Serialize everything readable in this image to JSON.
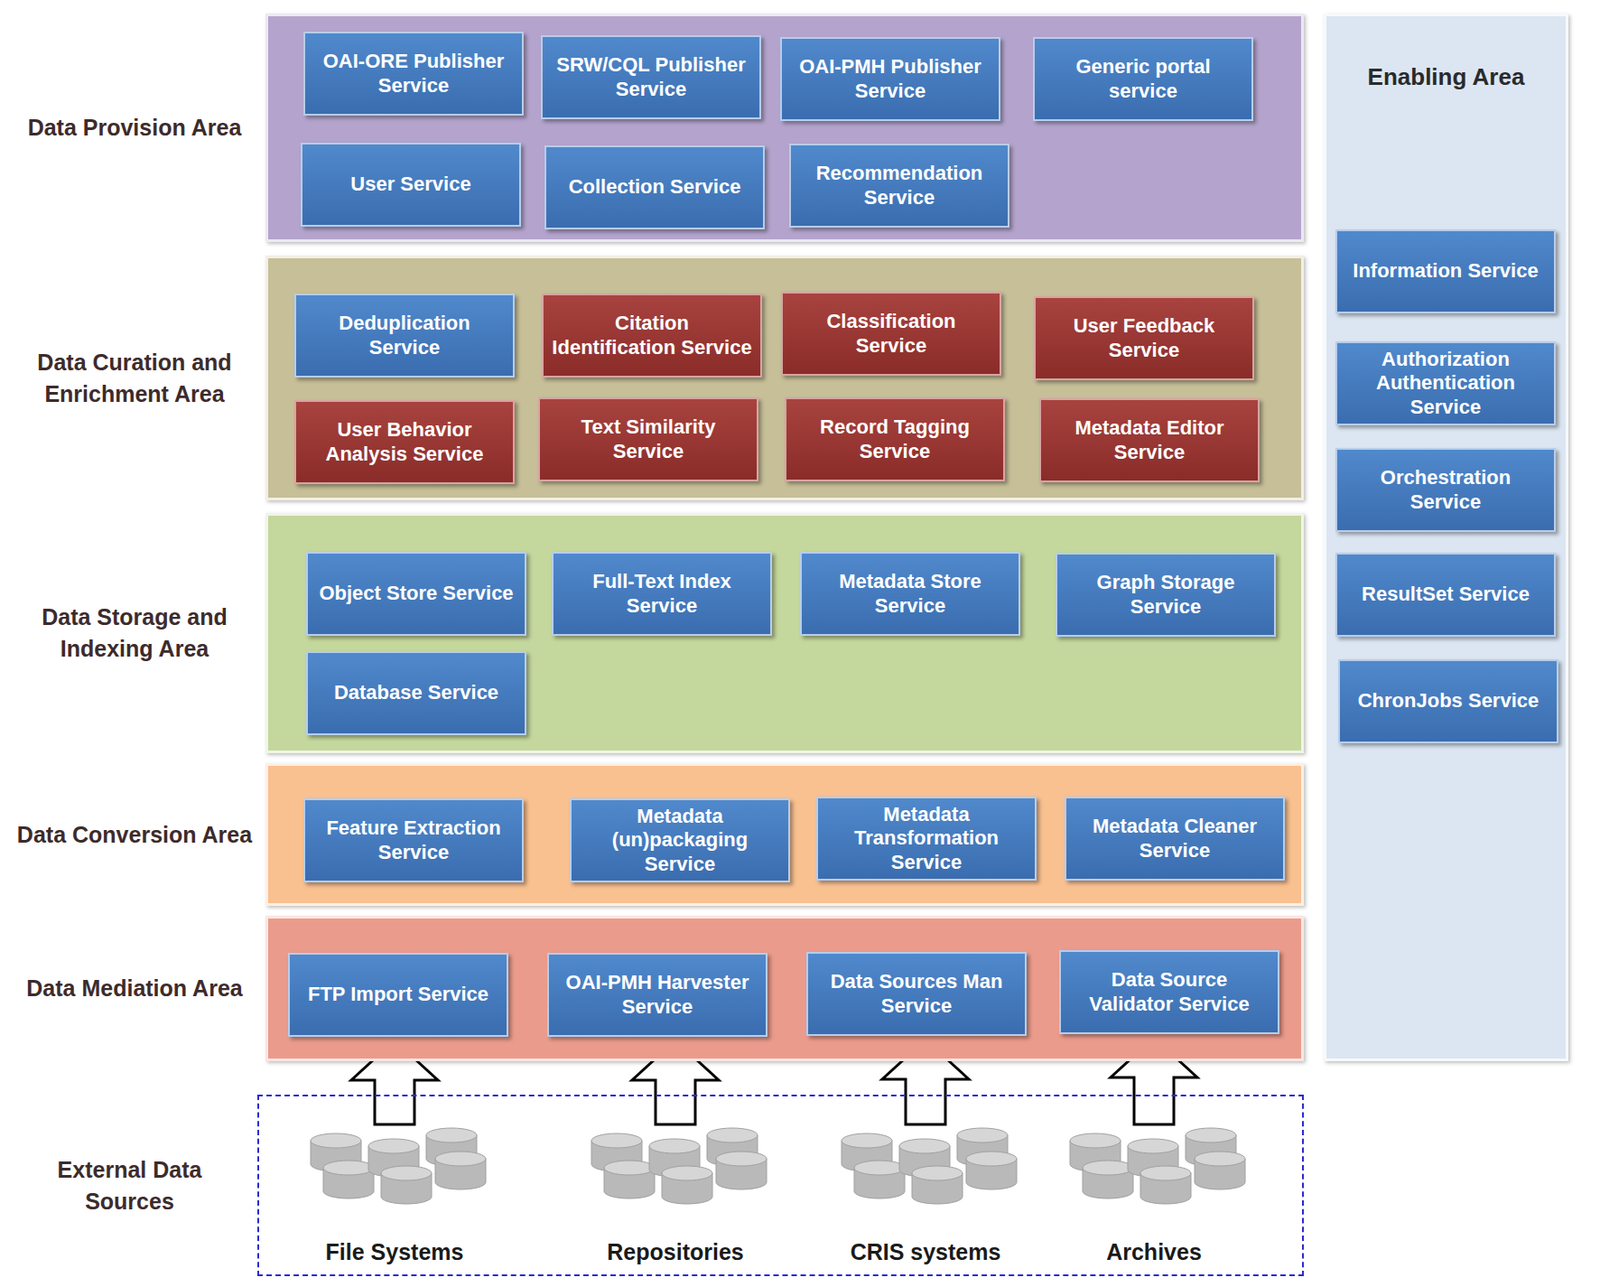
{
  "diagram": {
    "nodes": [
      {
        "text": [
          "Data Provision Area"
        ]
      },
      {
        "text": [
          "OAI-ORE Publisher Service"
        ],
        "in": 0
      },
      {
        "text": [
          "SRW/CQL Publisher Service"
        ],
        "in": 0
      },
      {
        "text": [
          "OAI-PMH Publisher Service"
        ],
        "in": 0
      },
      {
        "text": [
          "Generic portal service"
        ],
        "in": 0
      },
      {
        "text": [
          "User Service"
        ],
        "in": 0
      },
      {
        "text": [
          "Collection Service"
        ],
        "in": 0
      },
      {
        "text": [
          "Recommendation Service"
        ],
        "in": 0
      },
      {
        "text": [
          "Data Curation and Enrichment Area"
        ]
      },
      {
        "text": [
          "Deduplication Service"
        ],
        "in": 8
      },
      {
        "text": [
          "Citation Identification Service"
        ],
        "in": 8
      },
      {
        "text": [
          "Classification Service"
        ],
        "in": 8
      },
      {
        "text": [
          "User Feedback Service"
        ],
        "in": 8
      },
      {
        "text": [
          "User Behavior Analysis Service"
        ],
        "in": 8
      },
      {
        "text": [
          "Text Similarity Service"
        ],
        "in": 8
      },
      {
        "text": [
          "Record Tagging Service"
        ],
        "in": 8
      },
      {
        "text": [
          "Metadata Editor Service"
        ],
        "in": 8
      },
      {
        "text": [
          "Data Storage and Indexing Area"
        ]
      },
      {
        "text": [
          "Object Store Service"
        ],
        "in": 17
      },
      {
        "text": [
          "Full-Text Index Service"
        ],
        "in": 17
      },
      {
        "text": [
          "Metadata Store Service"
        ],
        "in": 17
      },
      {
        "text": [
          "Graph Storage Service"
        ],
        "in": 17
      },
      {
        "text": [
          "Database Service"
        ],
        "in": 17
      },
      {
        "text": [
          "Data Conversion Area"
        ]
      },
      {
        "text": [
          "Feature Extraction Service"
        ],
        "in": 23
      },
      {
        "text": [
          "Metadata (un)packaging Service"
        ],
        "in": 23
      },
      {
        "text": [
          "Metadata Transformation Service"
        ],
        "in": 23
      },
      {
        "text": [
          "Metadata Cleaner Service"
        ],
        "in": 23
      },
      {
        "text": [
          "Data Mediation Area"
        ]
      },
      {
        "text": [
          "FTP Import Service"
        ],
        "in": 28
      },
      {
        "text": [
          "OAI-PMH Harvester Service"
        ],
        "in": 28
      },
      {
        "text": [
          "Data Sources Man Service"
        ],
        "in": 28
      },
      {
        "text": [
          "Data Source Validator Service"
        ],
        "in": 28
      },
      {
        "text": [
          "External Data Sources"
        ]
      },
      {
        "text": [
          "File Systems"
        ],
        "in": 33
      },
      {
        "text": [
          "Repositories"
        ],
        "in": 33
      },
      {
        "text": [
          "CRIS systems"
        ],
        "in": 33
      },
      {
        "text": [
          "Archives"
        ],
        "in": 33
      },
      {
        "text": [
          "Enabling Area"
        ]
      },
      {
        "text": [
          "Information Service"
        ],
        "in": 38
      },
      {
        "text": [
          "Authorization Authentication Service"
        ],
        "in": 38
      },
      {
        "text": [
          "Orchestration Service"
        ],
        "in": 38
      },
      {
        "text": [
          "ResultSet Service"
        ],
        "in": 38
      },
      {
        "text": [
          "ChronJobs Service"
        ],
        "in": 38
      }
    ],
    "edges": [
      {
        "from": 34,
        "to": 29,
        "arrow": "to"
      },
      {
        "from": 35,
        "to": 30,
        "arrow": "to"
      },
      {
        "from": 36,
        "to": 31,
        "arrow": "to"
      },
      {
        "from": 37,
        "to": 32,
        "arrow": "to"
      }
    ]
  }
}
